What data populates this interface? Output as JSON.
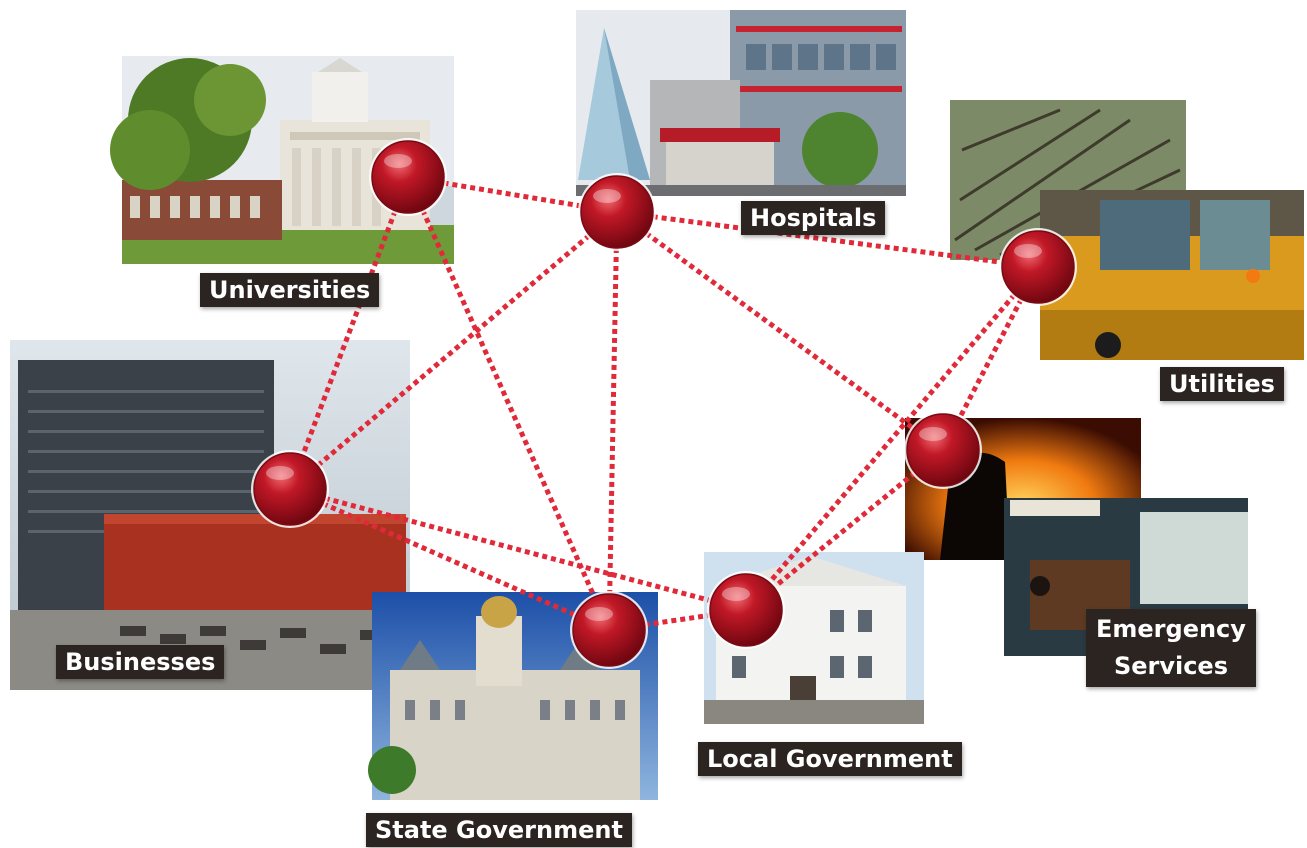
{
  "nodes": [
    {
      "id": "universities",
      "label": "Universities"
    },
    {
      "id": "hospitals",
      "label": "Hospitals"
    },
    {
      "id": "utilities",
      "label": "Utilities"
    },
    {
      "id": "businesses",
      "label": "Businesses"
    },
    {
      "id": "emergency",
      "label_line1": "Emergency",
      "label_line2": "Services"
    },
    {
      "id": "state",
      "label": "State Government"
    },
    {
      "id": "local",
      "label": "Local Government"
    }
  ],
  "edges": [
    [
      "universities",
      "hospitals"
    ],
    [
      "universities",
      "businesses"
    ],
    [
      "universities",
      "state"
    ],
    [
      "hospitals",
      "utilities"
    ],
    [
      "hospitals",
      "businesses"
    ],
    [
      "hospitals",
      "state"
    ],
    [
      "hospitals",
      "emergency"
    ],
    [
      "utilities",
      "emergency"
    ],
    [
      "utilities",
      "local"
    ],
    [
      "emergency",
      "local"
    ],
    [
      "businesses",
      "state"
    ],
    [
      "businesses",
      "local"
    ],
    [
      "state",
      "local"
    ]
  ],
  "colors": {
    "link": "#e02a3a",
    "node": "#a8101c",
    "label_bg": "#2c2421",
    "label_text": "#ffffff"
  }
}
